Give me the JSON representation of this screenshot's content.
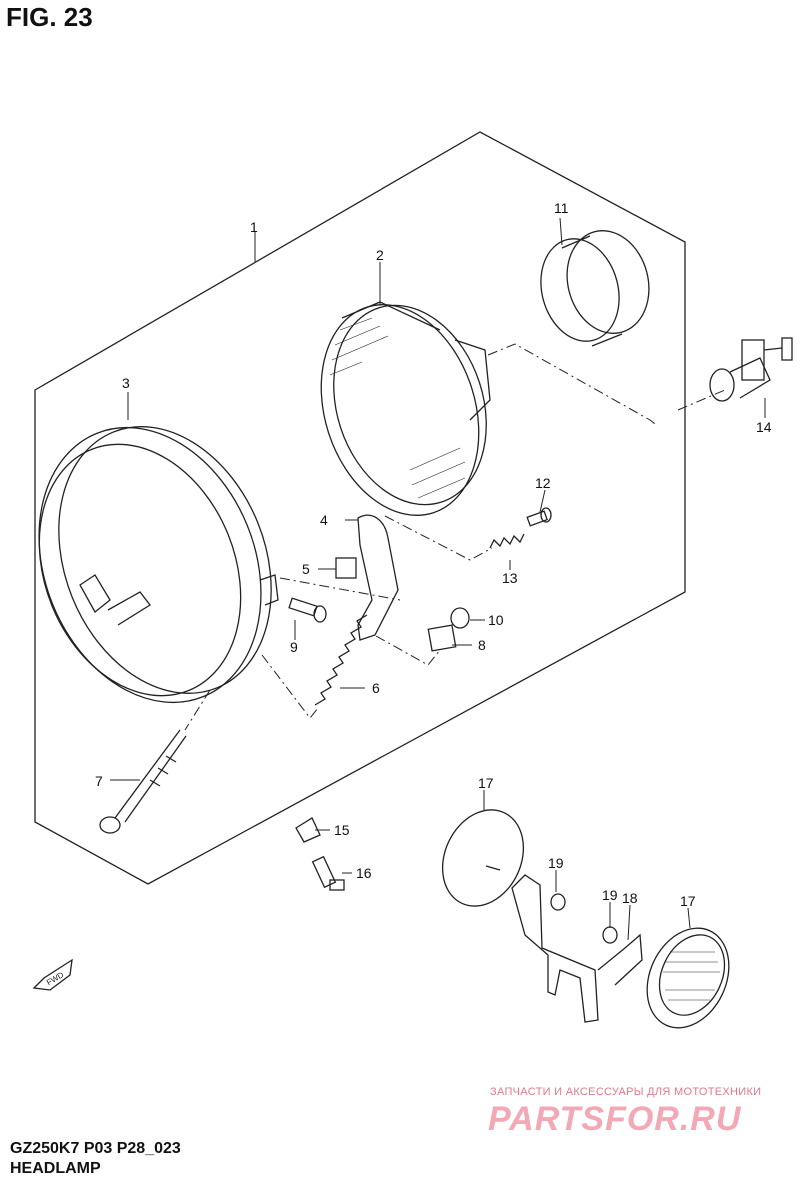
{
  "figure": {
    "title": "FIG. 23"
  },
  "footer": {
    "model_code": "GZ250K7 P03 P28_023",
    "part_name": "HEADLAMP"
  },
  "watermark": {
    "caption": "ЗАПЧАСТИ И АКСЕССУАРЫ ДЛЯ МОТОТЕХНИКИ",
    "logo": "PARTSFOR.RU"
  },
  "fwd_label": "FWD",
  "callouts": {
    "c1": "1",
    "c2": "2",
    "c3": "3",
    "c4": "4",
    "c5": "5",
    "c6": "6",
    "c7": "7",
    "c8": "8",
    "c9": "9",
    "c10": "10",
    "c11": "11",
    "c12": "12",
    "c13": "13",
    "c14": "14",
    "c15": "15",
    "c16": "16",
    "c17a": "17",
    "c17b": "17",
    "c18": "18",
    "c19a": "19",
    "c19b": "19"
  }
}
